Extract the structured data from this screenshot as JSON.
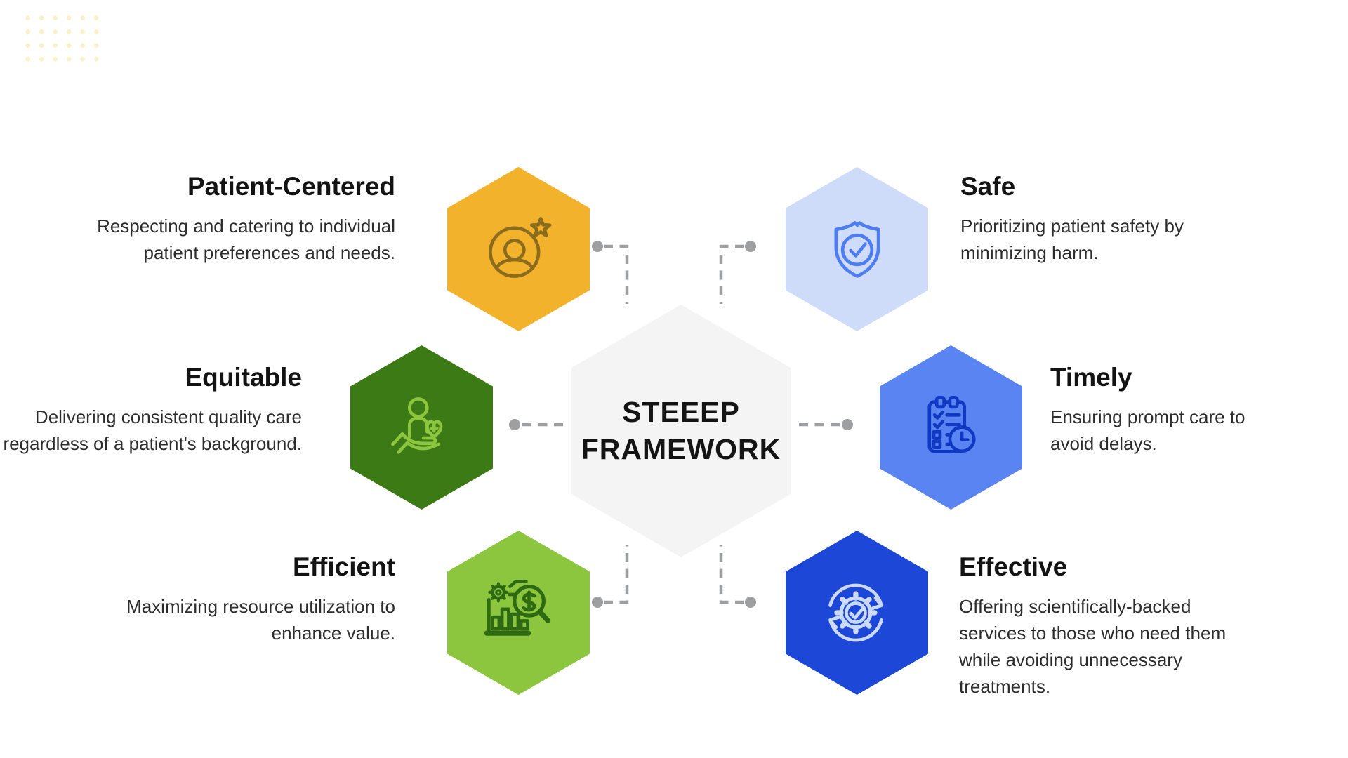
{
  "page": {
    "background_color": "#ffffff",
    "decor": {
      "dot_grid_color": "#FAF1C9",
      "connector_color": "#9E9FA1"
    }
  },
  "center": {
    "title_line1": "STEEEP",
    "title_line2": "FRAMEWORK",
    "hex_color": "#F4F4F4",
    "text_color": "#141414"
  },
  "items": [
    {
      "id": "patient-centered",
      "title": "Patient-Centered",
      "description": "Respecting and catering to individual patient preferences and needs.",
      "hex_color": "#F2B22C",
      "icon": "person-star-icon",
      "icon_color": "#8A6C1C",
      "text_align": "right"
    },
    {
      "id": "safe",
      "title": "Safe",
      "description": "Prioritizing patient safety by minimizing harm.",
      "hex_color": "#CEDCF9",
      "icon": "shield-check-icon",
      "icon_color": "#4E7DF1",
      "text_align": "left"
    },
    {
      "id": "equitable",
      "title": "Equitable",
      "description": "Delivering consistent quality care regardless of a patient's background.",
      "hex_color": "#3B7A15",
      "icon": "hand-care-icon",
      "icon_color": "#8CC63F",
      "text_align": "right"
    },
    {
      "id": "timely",
      "title": "Timely",
      "description": "Ensuring prompt care to avoid delays.",
      "hex_color": "#5B84F3",
      "icon": "clipboard-clock-icon",
      "icon_color": "#1138C2",
      "text_align": "left"
    },
    {
      "id": "efficient",
      "title": "Efficient",
      "description": "Maximizing resource utilization to enhance value.",
      "hex_color": "#8CC53E",
      "icon": "chart-magnifier-icon",
      "icon_color": "#2E6A12",
      "text_align": "right"
    },
    {
      "id": "effective",
      "title": "Effective",
      "description": "Offering scientifically-backed services to those who need them while avoiding unnecessary treatments.",
      "hex_color": "#1C47D7",
      "icon": "gear-check-arrows-icon",
      "icon_color": "#CBD9F8",
      "text_align": "left"
    }
  ]
}
